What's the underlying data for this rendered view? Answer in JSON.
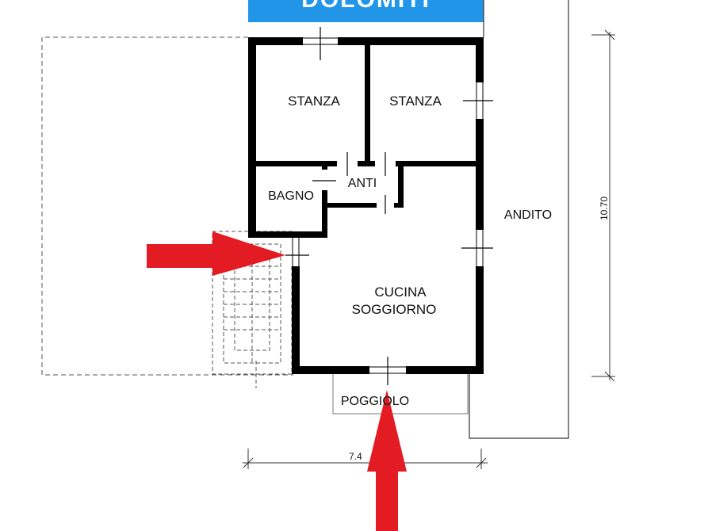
{
  "banner": {
    "text": "DOLOMITI",
    "color": "#2196e8"
  },
  "rooms": {
    "stanza_left": "STANZA",
    "stanza_right": "STANZA",
    "bagno": "BAGNO",
    "anti": "ANTI",
    "cucina_line1": "CUCINA",
    "cucina_line2": "SOGGIORNO",
    "andito": "ANDITO",
    "poggiolo": "POGGIOLO"
  },
  "dimensions": {
    "height": "10.70",
    "width": "7.4"
  },
  "arrows": {
    "color": "#e31b23",
    "targets": [
      "entrance-door",
      "balcony-door"
    ]
  },
  "colors": {
    "wall": "#000000",
    "outline": "#333333",
    "banner_text": "#ffffff"
  }
}
